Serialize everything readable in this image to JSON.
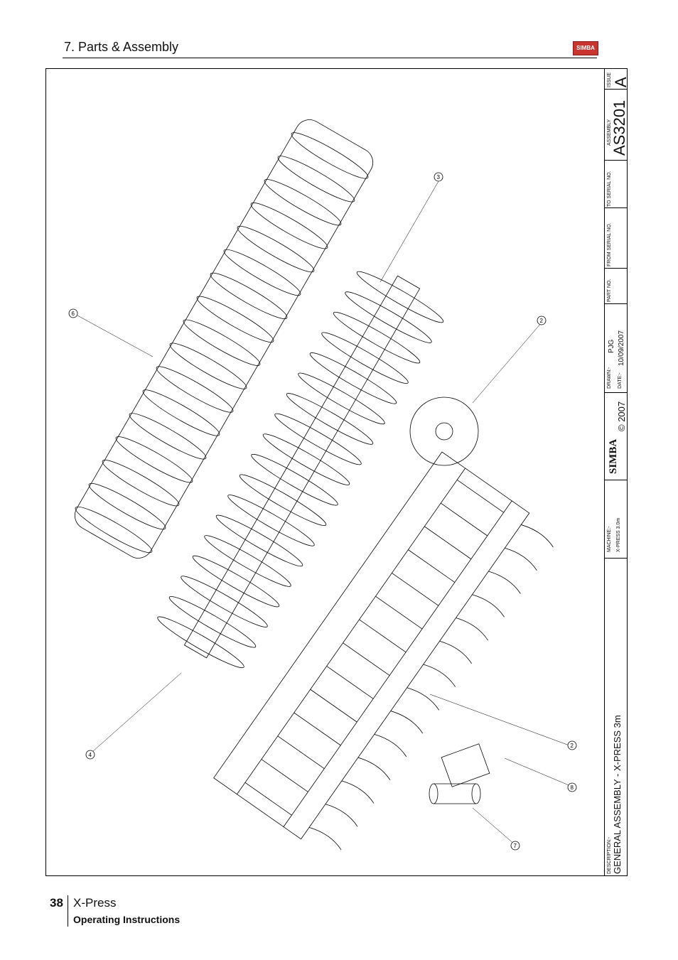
{
  "header": {
    "section_title": "7. Parts & Assembly",
    "logo_text": "SIMBA"
  },
  "title_block": {
    "issue_label": "ISSUE",
    "issue_value": "A",
    "assembly_label": "ASSEMBLY",
    "assembly_value": "AS3201",
    "to_serial_label": "TO SERIAL NO.",
    "from_serial_label": "FROM SERIAL NO.",
    "part_no_label": "PART NO.",
    "drawn_label": "DRAWN:-",
    "drawn_value": "PJG",
    "date_label": "DATE:-",
    "date_value": "10/09/2007",
    "brand": "SIMBA",
    "copyright": "© 2007",
    "machine_label": "MACHINE:-",
    "machine_value": "X-PRESS 3.0m",
    "description_label": "DESCRIPTION:-",
    "description_value": "GENERAL ASSEMBLY - X-PRESS 3m"
  },
  "callouts": [
    "3",
    "6",
    "2",
    "4",
    "2",
    "8",
    "7"
  ],
  "footer": {
    "page_number": "38",
    "product": "X-Press",
    "doc_type": "Operating Instructions"
  },
  "colors": {
    "logo_red": "#c8352e"
  }
}
